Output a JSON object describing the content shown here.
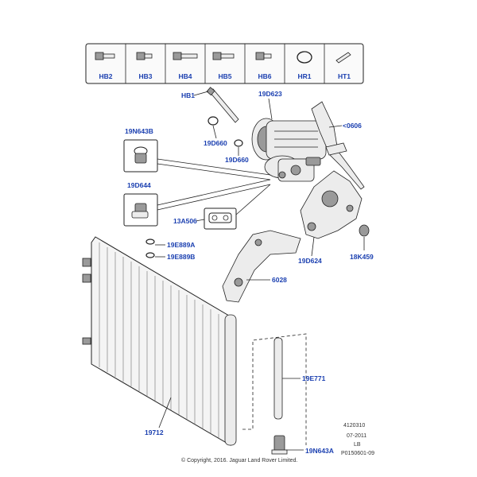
{
  "fasteners": [
    "HB2",
    "HB3",
    "HB4",
    "HB5",
    "HB6",
    "HR1",
    "HT1"
  ],
  "callouts": {
    "hb1": "HB1",
    "compressor": "19D623",
    "bracket_0606": "<0606",
    "oring_a": "19D660",
    "oring_b": "19D660",
    "valve_a": "19N643B",
    "valve_b": "19D644",
    "gasket": "13A506",
    "ring_a": "19E889A",
    "ring_b": "19E889B",
    "mount": "19D624",
    "plug": "18K459",
    "support": "6028",
    "seal": "19E771",
    "condenser": "19712",
    "drier": "19N643A"
  },
  "footer": {
    "code": "4120310",
    "date": "07-2011",
    "lang": "LB",
    "ref": "P0150601-09",
    "copyright": "© Copyright, 2016. Jaguar Land Rover Limited."
  }
}
